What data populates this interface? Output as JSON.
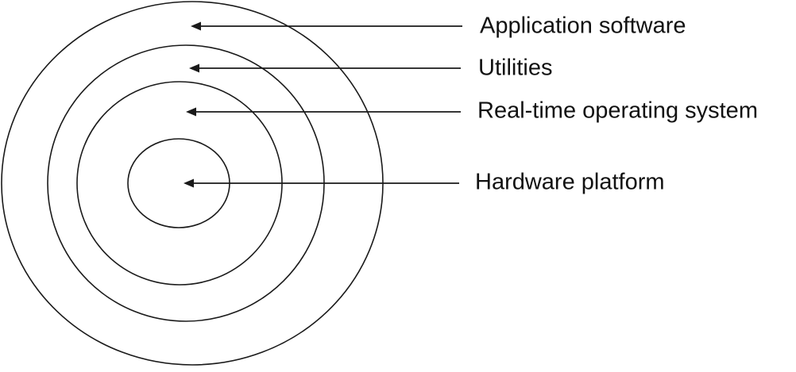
{
  "diagram": {
    "layers": [
      {
        "key": "application",
        "label": "Application software"
      },
      {
        "key": "utilities",
        "label": "Utilities"
      },
      {
        "key": "rtos",
        "label": "Real-time operating system"
      },
      {
        "key": "hardware",
        "label": "Hardware platform"
      }
    ],
    "colors": {
      "stroke": "#1a1a1a",
      "text": "#111111",
      "background": "#ffffff"
    }
  }
}
